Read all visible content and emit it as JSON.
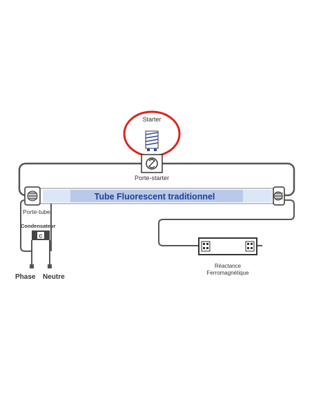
{
  "labels": {
    "starter": "Starter",
    "porte_starter": "Porte-starter",
    "tube_title": "Tube Fluorescent traditionnel",
    "porte_tube": "Porte-tube",
    "condensateur": "Condensateur",
    "capacitor_mark": "C",
    "phase": "Phase",
    "neutre": "Neutre",
    "reactance_line1": "Réactance",
    "reactance_line2": "Ferromagnétique"
  },
  "colors": {
    "wire": "#555555",
    "highlight_circle": "#e0201b",
    "tube_fill": "#b9c9ea",
    "tube_glow": "#dbe6f7",
    "tube_text": "#1f3f93"
  }
}
